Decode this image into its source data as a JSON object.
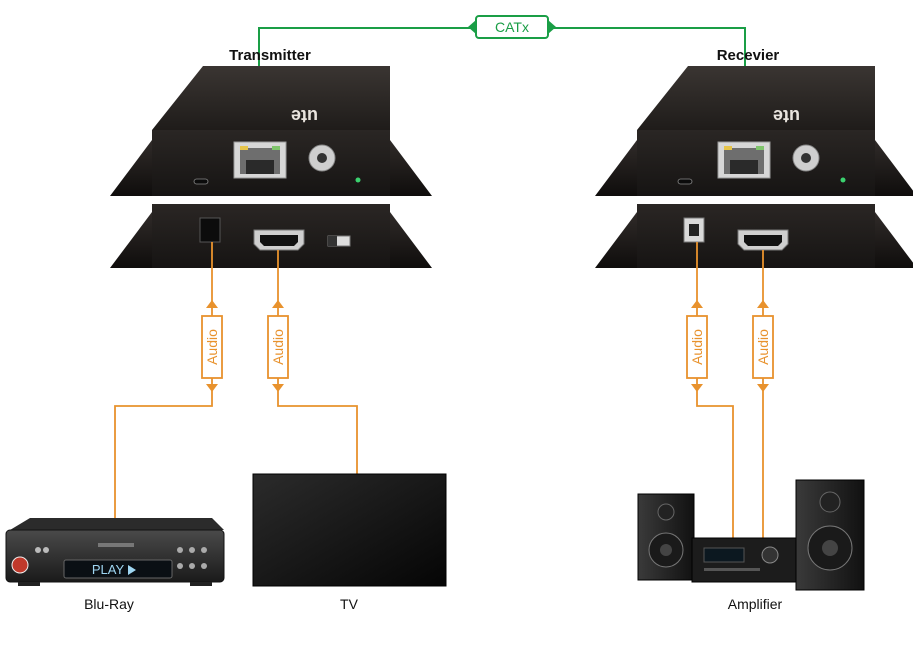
{
  "link": {
    "label": "CATx",
    "color": "#1a9e46"
  },
  "transmitter": {
    "title": "Transmitter"
  },
  "receiver": {
    "title": "Recevier"
  },
  "unit_brand": "ute",
  "cable_label": "Audio",
  "cable_color": "#e8922d",
  "devices": {
    "bluray": {
      "label": "Blu-Ray",
      "screen_text": "PLAY"
    },
    "tv": {
      "label": "TV"
    },
    "amplifier": {
      "label": "Amplifier"
    }
  }
}
